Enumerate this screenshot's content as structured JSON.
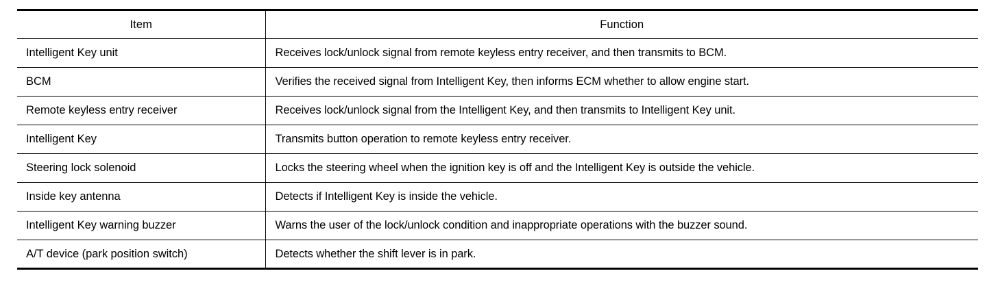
{
  "table": {
    "headers": {
      "item": "Item",
      "function": "Function"
    },
    "rows": [
      {
        "item": "Intelligent Key unit",
        "function": "Receives lock/unlock signal from remote keyless entry receiver, and then transmits to BCM."
      },
      {
        "item": "BCM",
        "function": "Verifies the received signal from Intelligent Key, then informs ECM whether to allow engine start."
      },
      {
        "item": "Remote keyless entry receiver",
        "function": "Receives lock/unlock signal from the Intelligent Key, and then transmits to Intelligent Key unit."
      },
      {
        "item": "Intelligent Key",
        "function": "Transmits button operation to remote keyless entry receiver."
      },
      {
        "item": "Steering lock solenoid",
        "function": "Locks the steering wheel when the ignition key is off and the Intelligent Key is outside the vehicle."
      },
      {
        "item": "Inside key antenna",
        "function": "Detects if Intelligent Key is inside the vehicle."
      },
      {
        "item": "Intelligent Key warning buzzer",
        "function": "Warns the user of the lock/unlock condition and inappropriate operations with the buzzer sound."
      },
      {
        "item": "A/T device (park position switch)",
        "function": "Detects whether the shift lever is in park."
      }
    ],
    "colors": {
      "text": "#000000",
      "rule": "#000000",
      "background": "#ffffff"
    }
  }
}
